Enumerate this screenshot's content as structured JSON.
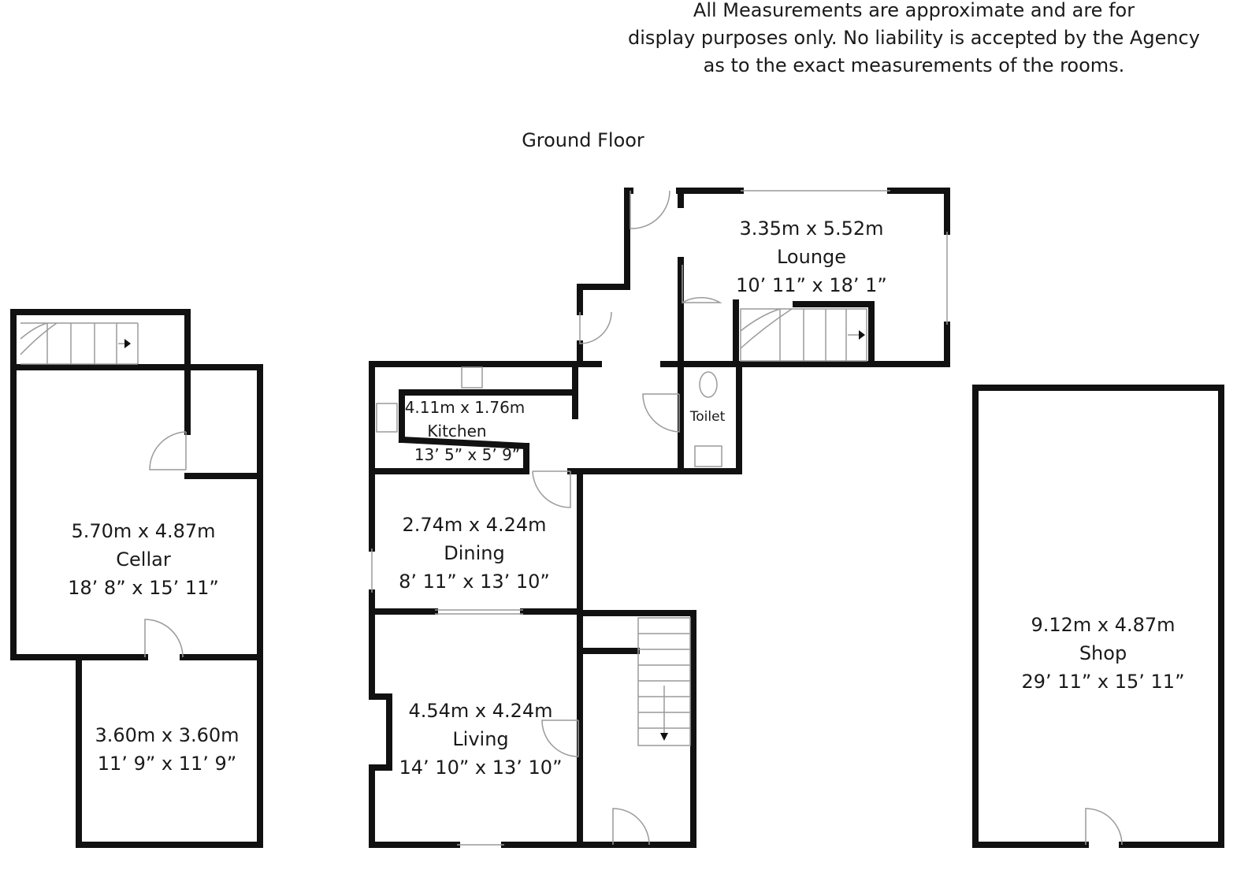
{
  "disclaimer": {
    "line1": "All Measurements are approximate and are for",
    "line2": "display purposes only. No liability is accepted by the Agency",
    "line3": "as to the exact measurements of the rooms."
  },
  "floor_title": "Ground Floor",
  "rooms": {
    "lounge": {
      "metric": "3.35m x 5.52m",
      "name": "Lounge",
      "imperial": "10’ 11” x 18’ 1”"
    },
    "kitchen": {
      "metric": "4.11m x 1.76m",
      "name": "Kitchen",
      "imperial": "13’ 5” x 5’ 9”"
    },
    "toilet": {
      "name": "Toilet"
    },
    "dining": {
      "metric": "2.74m x 4.24m",
      "name": "Dining",
      "imperial": "8’ 11” x 13’ 10”"
    },
    "living": {
      "metric": "4.54m x 4.24m",
      "name": "Living",
      "imperial": "14’ 10” x 13’ 10”"
    },
    "cellar": {
      "metric": "5.70m x 4.87m",
      "name": "Cellar",
      "imperial": "18’ 8” x 15’ 11”"
    },
    "cellar_room": {
      "metric": "3.60m x 3.60m",
      "imperial": "11’ 9” x 11’ 9”"
    },
    "shop": {
      "metric": "9.12m x 4.87m",
      "name": "Shop",
      "imperial": "29’ 11” x 15’ 11”"
    }
  },
  "colors": {
    "wall": "#111111",
    "fixture": "#9a9a9a"
  }
}
